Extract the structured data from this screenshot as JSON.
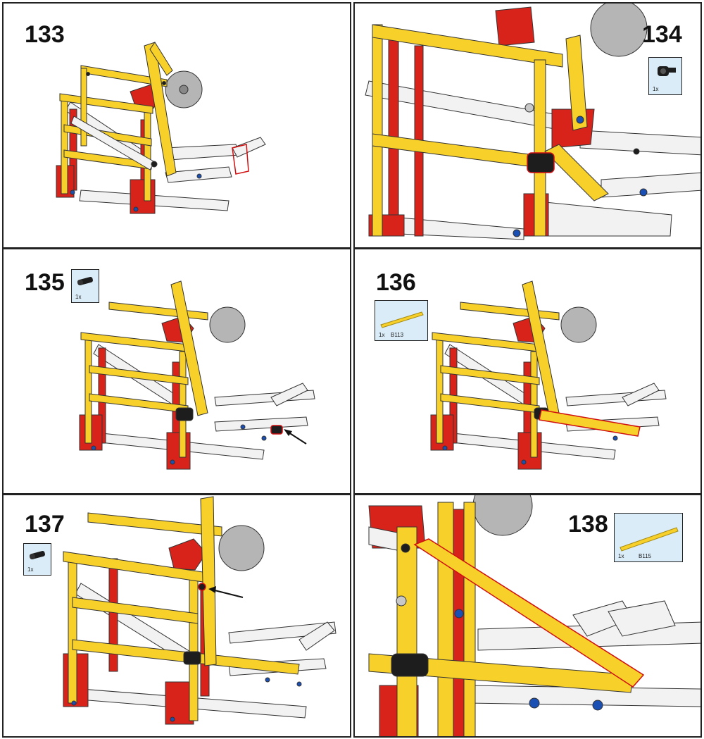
{
  "steps": [
    {
      "number": "133"
    },
    {
      "number": "134",
      "callout": {
        "qty": "1x"
      }
    },
    {
      "number": "135",
      "callout": {
        "qty": "1x"
      }
    },
    {
      "number": "136",
      "callout": {
        "qty": "1x",
        "part_id": "B113"
      }
    },
    {
      "number": "137",
      "callout": {
        "qty": "1x"
      }
    },
    {
      "number": "138",
      "callout": {
        "qty": "1x",
        "part_id": "B115"
      }
    }
  ],
  "colors": {
    "yellow": "#f7d02a",
    "yellow_edge": "#a58a12",
    "red": "#d8231b",
    "white_beam": "#f2f2f2",
    "gray_gear": "#b5b5b5",
    "black_pin": "#1d1d1d",
    "blue_pin": "#1a4fb3",
    "callout_bg": "#d9ecf8",
    "highlight": "#d01010"
  }
}
